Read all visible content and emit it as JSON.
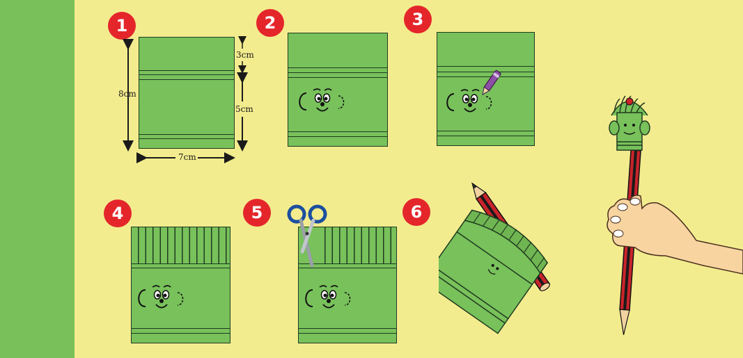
{
  "steps": [
    "1",
    "2",
    "3",
    "4",
    "5",
    "6"
  ],
  "dimensions": {
    "height": "8cm",
    "top_gap": "3cm",
    "lower_gap": "5cm",
    "width": "7cm"
  },
  "colors": {
    "background": "#f3ec8e",
    "sidebar": "#79c05a",
    "paper": "#78c15b",
    "badge": "#e4262b",
    "pencil_red": "#c8242b",
    "pencil_black": "#1a1a1a",
    "scissors_handle": "#1b4fa0",
    "marker": "#8e4fa6",
    "skin": "#f8d4a0"
  },
  "icons": [
    "scissors-icon",
    "marker-icon",
    "pencil-icon",
    "hand-icon",
    "face-icon"
  ]
}
